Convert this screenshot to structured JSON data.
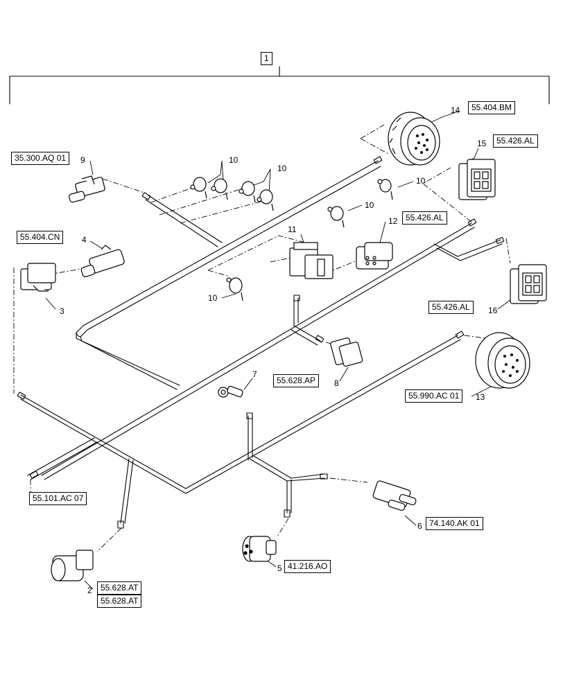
{
  "assembly_label": "1",
  "callouts": {
    "c2": "2",
    "c3": "3",
    "c4": "4",
    "c5": "5",
    "c6": "6",
    "c7": "7",
    "c8": "8",
    "c9": "9",
    "c10a": "10",
    "c10b": "10",
    "c10c": "10",
    "c10d": "10",
    "c10e": "10",
    "c11": "11",
    "c12": "12",
    "c13": "13",
    "c14": "14",
    "c15": "15",
    "c16": "16"
  },
  "refs": {
    "r14": "55.404.BM",
    "r15": "55.426.AL",
    "r9": "35.300.AQ 01",
    "r12": "55.426.AL",
    "r4": "55.404.CN",
    "r16": "55.426.AL",
    "r8": "55.628.AP",
    "r13": "55.990.AC 01",
    "rharness": "55.101.AC 07",
    "r6": "74.140.AK 01",
    "r5": "41.216.AO",
    "r2a": "55.628.AT",
    "r2b": "55.628.AT"
  }
}
